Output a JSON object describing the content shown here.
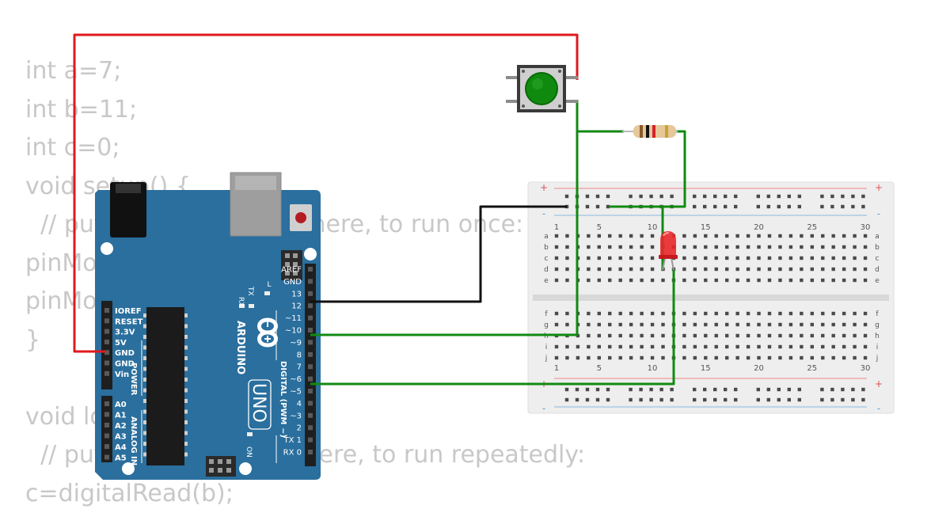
{
  "code_lines": [
    "int a=7;",
    "int b=11;",
    "int c=0;",
    "void setup() {",
    "  // put your setup code here, to run once:",
    "pinMode(a,OUTPUT);",
    "pinMode(b,INPUT);",
    "}",
    "",
    "void loop() {",
    "  // put your main code here, to run repeatedly:",
    "c=digitalRead(b);"
  ],
  "arduino": {
    "brand": "ARDUINO",
    "model": "UNO",
    "power_header_labels": [
      "IOREF",
      "RESET",
      "3.3V",
      "5V",
      "GND",
      "GND",
      "Vin"
    ],
    "power_section_label": "POWER",
    "analog_header_labels": [
      "A0",
      "A1",
      "A2",
      "A3",
      "A4",
      "A5"
    ],
    "analog_section_label": "ANALOG IN",
    "digital_header_labels": [
      "AREF",
      "GND",
      "13",
      "12",
      "~11",
      "~10",
      "~9",
      "8",
      "7",
      "~6",
      "~5",
      "4",
      "~3",
      "2",
      "TX 1",
      "RX 0"
    ],
    "digital_section_label": "DIGITAL (PWM ~)",
    "led_labels": {
      "l": "L",
      "tx": "TX",
      "rx": "RX",
      "on": "ON"
    }
  },
  "breadboard": {
    "column_numbers": [
      "1",
      "5",
      "10",
      "15",
      "20",
      "25",
      "30"
    ],
    "row_letters_top": [
      "a",
      "b",
      "c",
      "d",
      "e"
    ],
    "row_letters_bottom": [
      "f",
      "g",
      "h",
      "i",
      "j"
    ],
    "rail_plus": "+",
    "rail_minus": "-"
  },
  "colors": {
    "board_blue": "#2a6f9e",
    "wire_red": "#e0191e",
    "wire_green": "#118a11",
    "wire_black": "#111111",
    "button_cap": "#0f8a0f",
    "led_red": "#e8272a",
    "breadboard": "#eeeeee",
    "code_text": "#c8c8c8"
  }
}
